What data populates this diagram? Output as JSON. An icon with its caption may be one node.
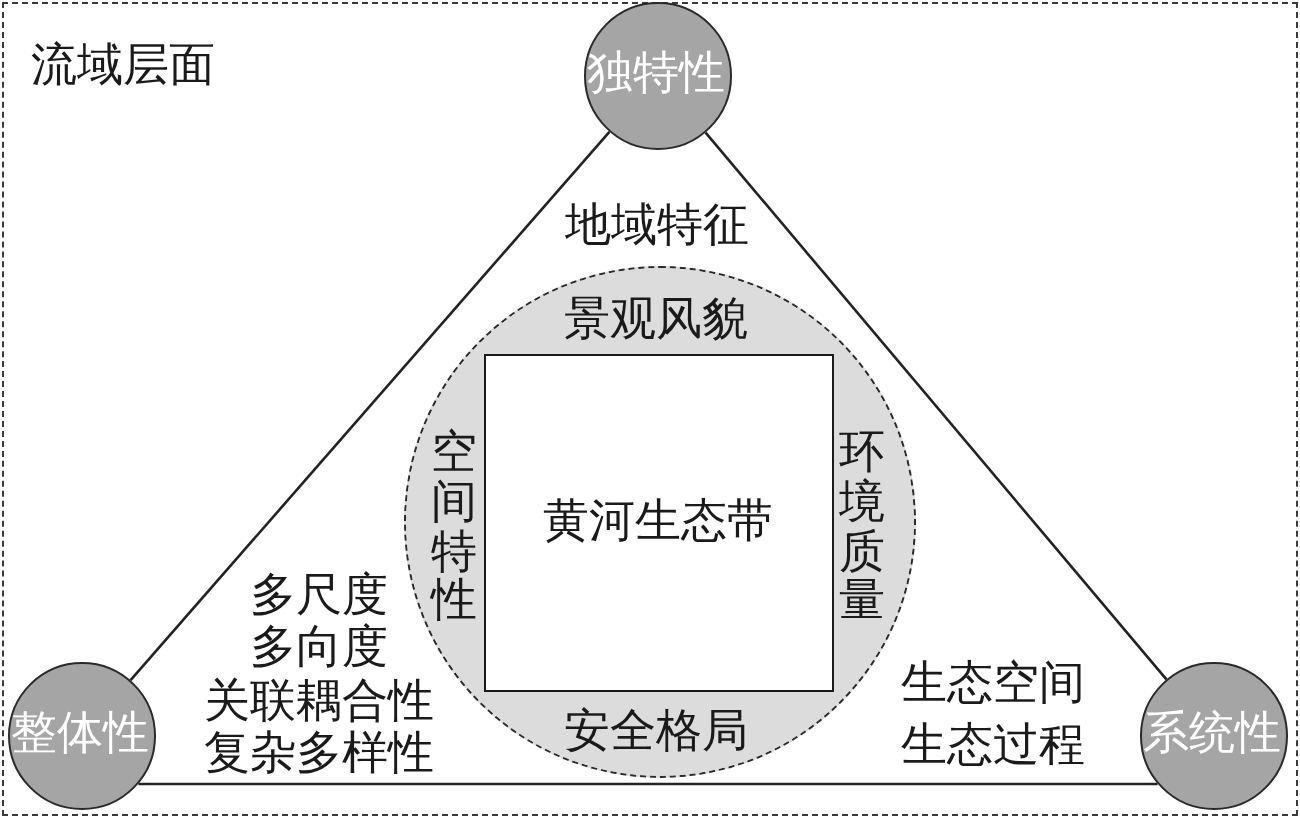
{
  "diagram": {
    "nodes": [
      {
        "text": [
          "流域层面"
        ]
      },
      {
        "text": [
          "独特性"
        ],
        "in": 0,
        "beside": [
          "地域特征"
        ]
      },
      {
        "text": [
          "景观风貌",
          "空间特性",
          "环境质量",
          "安全格局"
        ],
        "in": 0
      },
      {
        "text": [
          "黄河生态带"
        ],
        "in": 2
      },
      {
        "text": [
          "整体性"
        ],
        "in": 0,
        "beside": [
          "多尺度",
          "多向度",
          "关联耦合性",
          "复杂多样性"
        ]
      },
      {
        "text": [
          "系统性"
        ],
        "in": 0,
        "beside": [
          "生态空间",
          "生态过程"
        ]
      }
    ],
    "edges": [
      {
        "from": 1,
        "to": 4,
        "arrow": "none"
      },
      {
        "from": 1,
        "to": 5,
        "arrow": "none"
      },
      {
        "from": 4,
        "to": 5,
        "arrow": "none"
      }
    ]
  }
}
